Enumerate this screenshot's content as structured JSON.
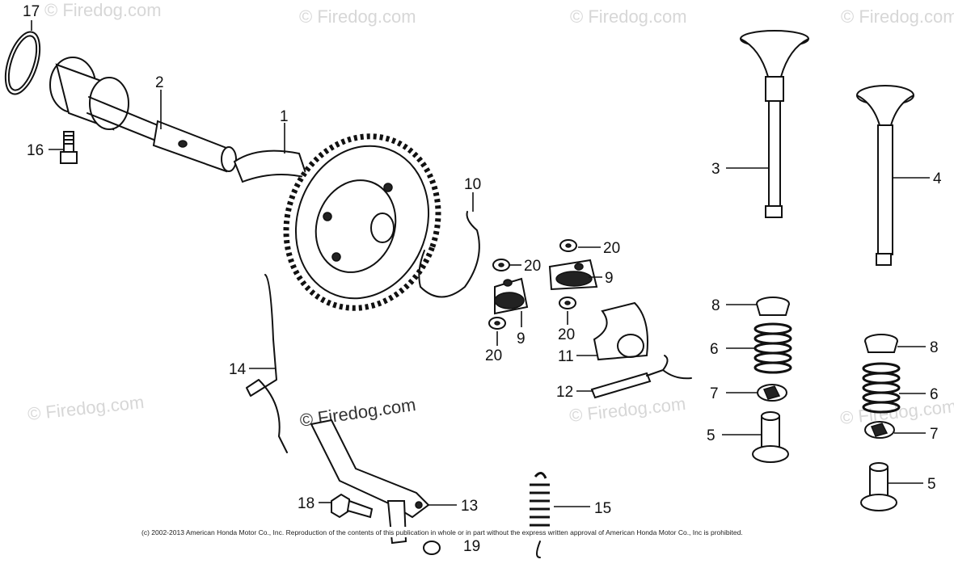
{
  "watermark": "© Firedog.com",
  "copyright": "(c) 2002-2013 American Honda Motor Co., Inc. Reproduction of the contents of this publication in whole or in part without the express written approval of American Honda Motor Co., Inc is prohibited.",
  "callouts": {
    "c17": "17",
    "c2": "2",
    "c16": "16",
    "c1": "1",
    "c10": "10",
    "c20a": "20",
    "c20b": "20",
    "c20c": "20",
    "c20d": "20",
    "c9a": "9",
    "c9b": "9",
    "c11": "11",
    "c12": "12",
    "c14": "14",
    "c18": "18",
    "c13": "13",
    "c15": "15",
    "c19": "19",
    "c3": "3",
    "c4": "4",
    "c8a": "8",
    "c6a": "6",
    "c7a": "7",
    "c5a": "5",
    "c8b": "8",
    "c6b": "6",
    "c7b": "7",
    "c5b": "5"
  }
}
